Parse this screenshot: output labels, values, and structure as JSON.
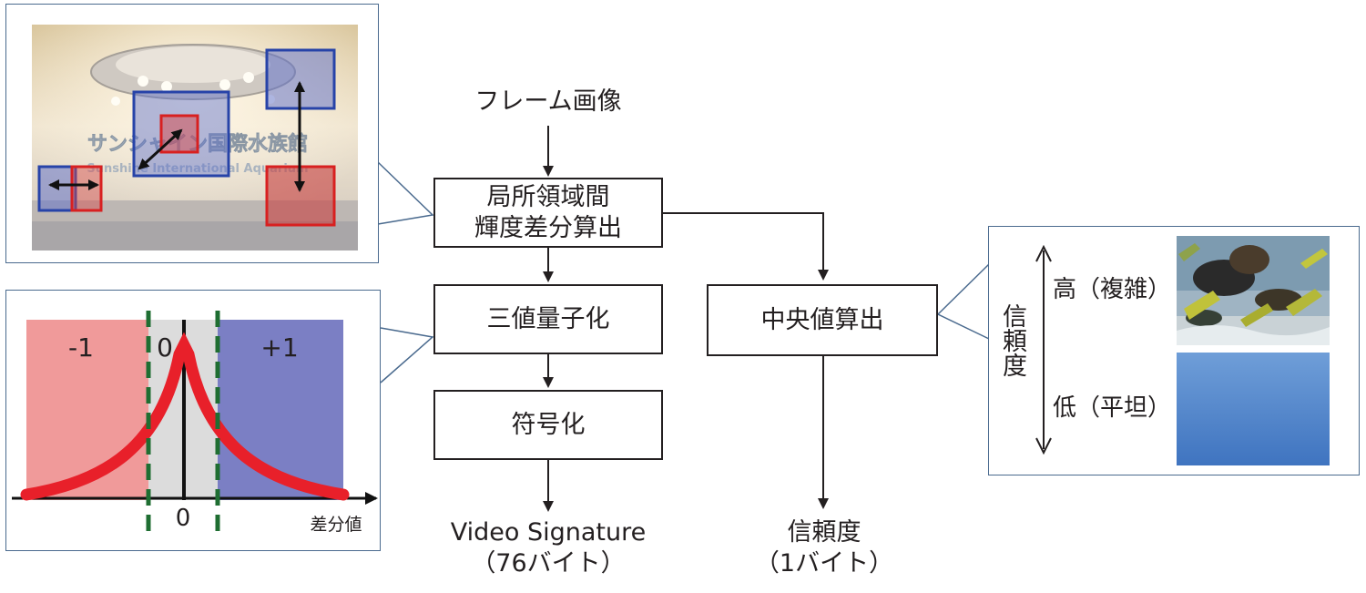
{
  "flow": {
    "input": "フレーム画像",
    "step1_line1": "局所領域間",
    "step1_line2": "輝度差分算出",
    "step2": "三値量子化",
    "step3": "符号化",
    "median": "中央値算出",
    "output_left_line1": "Video Signature",
    "output_left_line2": "（76バイト）",
    "output_right_line1": "信頼度",
    "output_right_line2": "（1バイト）"
  },
  "photo": {
    "sign_text_jp": "サンシャイン国際水族館",
    "sign_text_en": "Sunshine International Aquarium"
  },
  "quant": {
    "region_neg": "-1",
    "region_zero": "0",
    "region_pos": "+1",
    "axis_zero": "0",
    "axis_label": "差分値"
  },
  "confidence": {
    "axis_label": "信頼度",
    "high": "高（複雑）",
    "low": "低（平坦）"
  },
  "colors": {
    "red_region": "#f09a9a",
    "blue_region": "#7b7fc4",
    "zero_region": "#dcdcdc",
    "curve": "#e8202a",
    "threshold": "#1f6e32",
    "callout_border": "#4a6a8e"
  }
}
